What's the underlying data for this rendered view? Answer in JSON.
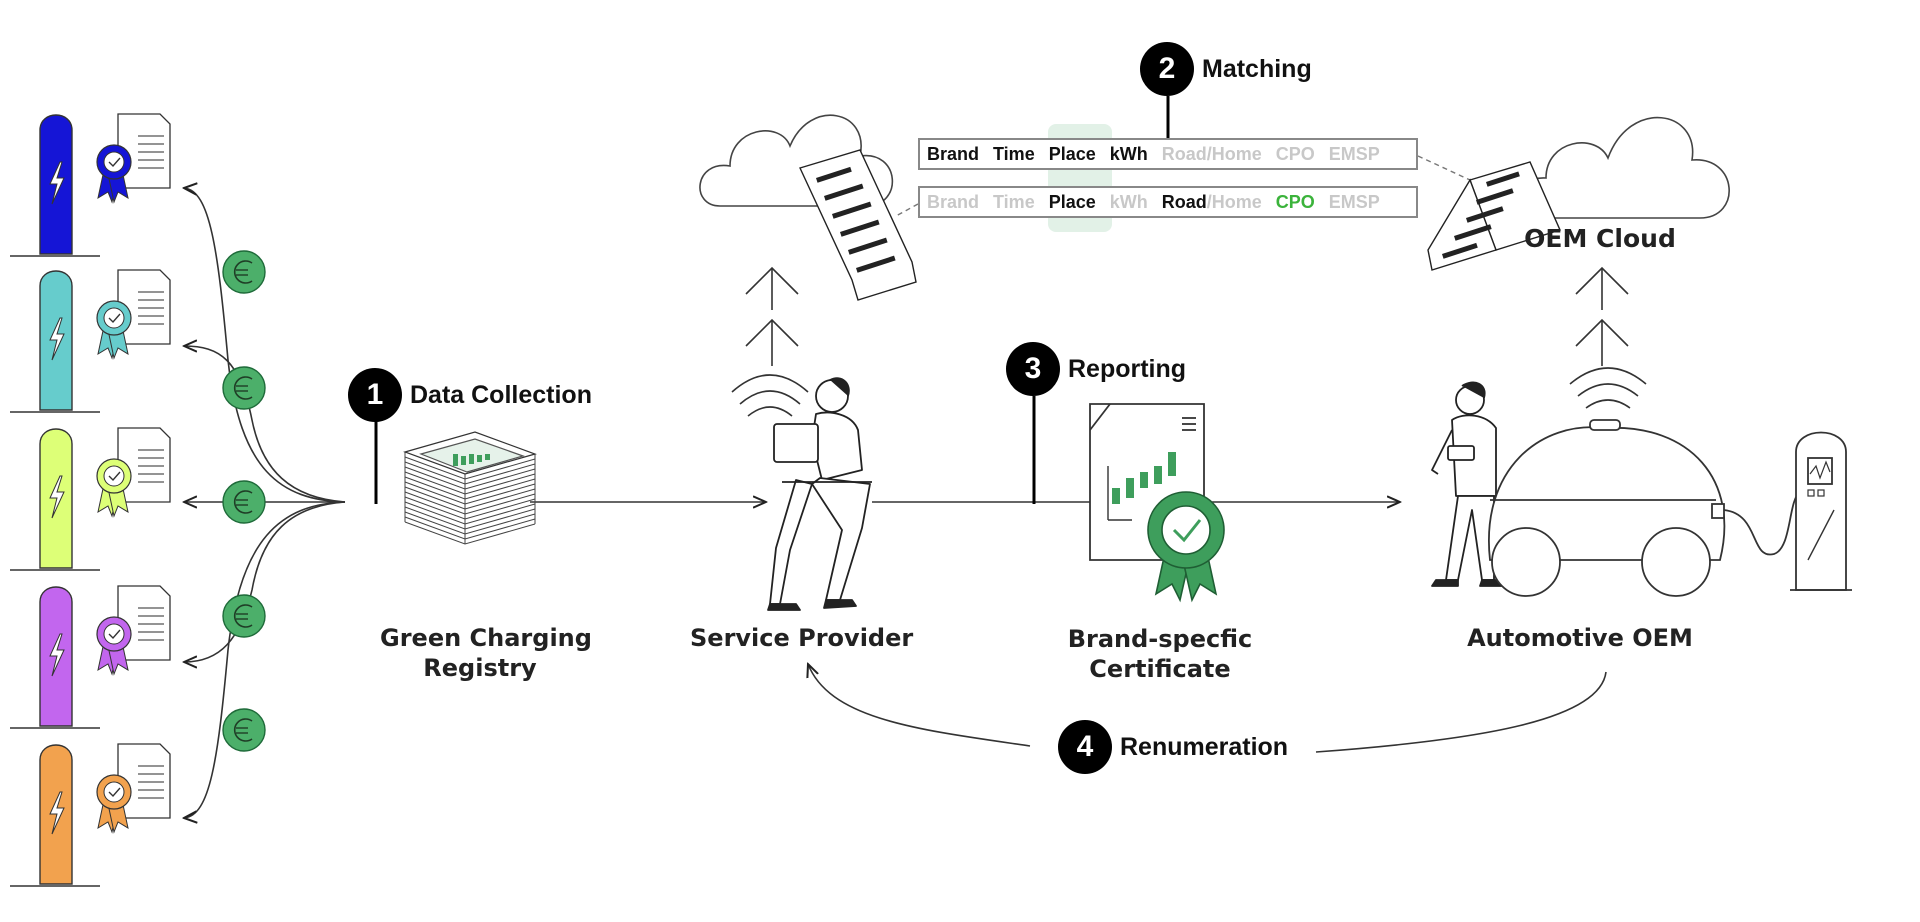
{
  "colors": {
    "accent_green": "#4caf6a",
    "dark_green": "#1f6b3a",
    "station_colors": [
      "#1515d6",
      "#66cccc",
      "#ddff77",
      "#c266ee",
      "#f2a24e"
    ]
  },
  "stations": [
    {
      "name": "blue-charging-station",
      "color": "#1515d6"
    },
    {
      "name": "teal-charging-station",
      "color": "#66cccc"
    },
    {
      "name": "lime-charging-station",
      "color": "#ddff77"
    },
    {
      "name": "purple-charging-station",
      "color": "#c266ee"
    },
    {
      "name": "orange-charging-station",
      "color": "#f2a24e"
    }
  ],
  "icons": [
    "euro-coin-icon",
    "certificate-document-icon",
    "lightning-bolt-icon",
    "cloud-icon",
    "receipt-icon",
    "wifi-signal-icon",
    "electric-car-icon",
    "charger-icon",
    "report-stack-icon",
    "award-badge-icon"
  ],
  "steps": [
    {
      "num": "1",
      "label": "Data Collection"
    },
    {
      "num": "2",
      "label": "Matching"
    },
    {
      "num": "3",
      "label": "Reporting"
    },
    {
      "num": "4",
      "label": "Renumeration"
    }
  ],
  "nodes": {
    "registry": {
      "line1": "Green Charging",
      "line2": "Registry"
    },
    "provider": "Service Provider",
    "certificate": {
      "line1": "Brand-specfic",
      "line2": "Certificate"
    },
    "oem": "Automotive OEM",
    "oem_cloud": "OEM Cloud"
  },
  "matching": {
    "row1": [
      {
        "text": "Brand",
        "state": "on"
      },
      {
        "text": "Time",
        "state": "on"
      },
      {
        "text": "Place",
        "state": "on"
      },
      {
        "text": "kWh",
        "state": "on"
      },
      {
        "text": "Road/Home",
        "state": "off"
      },
      {
        "text": "CPO",
        "state": "off"
      },
      {
        "text": "EMSP",
        "state": "off"
      }
    ],
    "row2": [
      {
        "text": "Brand",
        "state": "off"
      },
      {
        "text": "Time",
        "state": "off"
      },
      {
        "text": "Place",
        "state": "on"
      },
      {
        "text": "kWh",
        "state": "off"
      },
      {
        "text": "Road",
        "state": "on"
      },
      {
        "text": "/Home",
        "state": "off"
      },
      {
        "text": "CPO",
        "state": "grn"
      },
      {
        "text": "EMSP",
        "state": "off"
      }
    ]
  }
}
